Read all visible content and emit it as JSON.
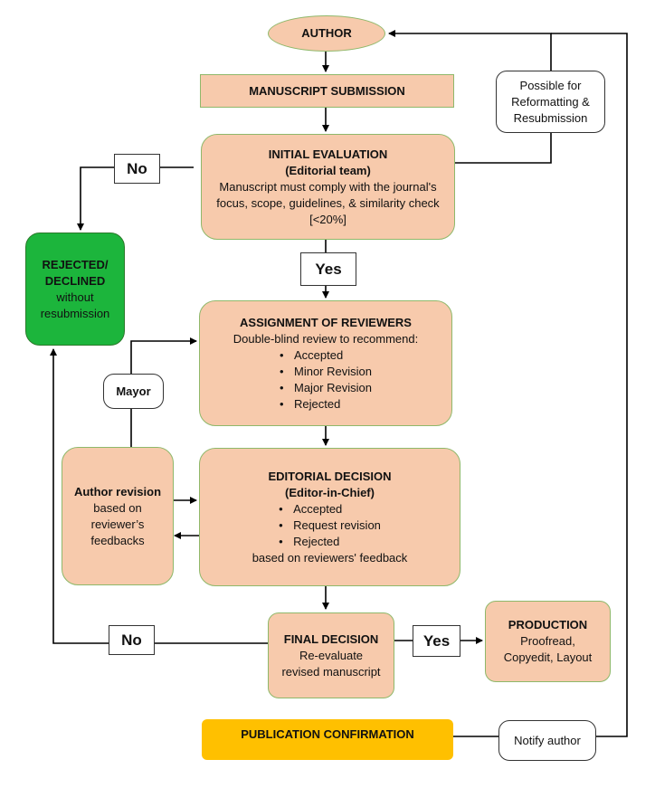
{
  "nodes": {
    "author": "AUTHOR",
    "submission": "MANUSCRIPT SUBMISSION",
    "reformat": [
      "Possible for",
      "Reformatting &",
      "Resubmission"
    ],
    "initial": {
      "title": "INITIAL EVALUATION",
      "subtitle": "(Editorial team)",
      "body": [
        "Manuscript must comply with the journal's",
        "focus, scope, guidelines, & similarity check",
        "[<20%]"
      ]
    },
    "rejected": {
      "title": [
        "REJECTED/",
        "DECLINED"
      ],
      "body": [
        "without",
        "resubmission"
      ]
    },
    "reviewers": {
      "title": "ASSIGNMENT OF REVIEWERS",
      "intro": "Double-blind review to recommend:",
      "items": [
        "Accepted",
        "Minor Revision",
        "Major Revision",
        "Rejected"
      ]
    },
    "author_revision": {
      "title": "Author revision",
      "body": [
        "based on",
        "reviewer’s",
        "feedbacks"
      ]
    },
    "editorial": {
      "title": "EDITORIAL DECISION",
      "subtitle": "(Editor-in-Chief)",
      "items": [
        "Accepted",
        "Request revision",
        "Rejected"
      ],
      "footer": "based on reviewers' feedback"
    },
    "final": {
      "title": "FINAL DECISION",
      "body": [
        "Re-evaluate",
        "revised manuscript"
      ]
    },
    "production": {
      "title": "PRODUCTION",
      "body": [
        "Proofread,",
        "Copyedit, Layout"
      ]
    },
    "publication": "PUBLICATION CONFIRMATION",
    "notify": "Notify author"
  },
  "labels": {
    "no_initial": "No",
    "yes_initial": "Yes",
    "mayor": "Mayor",
    "no_final": "No",
    "yes_final": "Yes"
  },
  "colors": {
    "peach": "#f7caac",
    "green": "#1cb53c",
    "gold": "#ffc000",
    "border": "#8fb86a"
  }
}
